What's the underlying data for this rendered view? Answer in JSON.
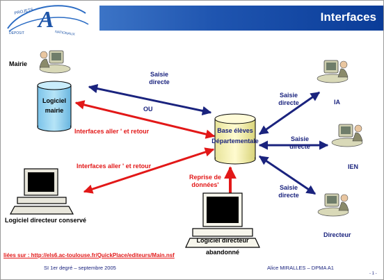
{
  "slide": {
    "title": "Interfaces",
    "logo_text": [
      "PROJETS",
      "DEPOSIT",
      "NATIONAUX"
    ],
    "logo_monogram": "A"
  },
  "nodes": {
    "mairie": "Mairie",
    "logiciel_mairie": [
      "Logiciel",
      "mairie"
    ],
    "base": [
      "Base élèves",
      "Départementale"
    ],
    "ia": "IA",
    "ien": "IEN",
    "directeur": "Directeur",
    "logiciel_conserve": "Logiciel directeur conservé",
    "logiciel_abandonne": [
      "Logiciel directeur",
      "abandonné"
    ]
  },
  "edges": {
    "saisie_directe": [
      "Saisie",
      "directe"
    ],
    "ou": "OU",
    "interfaces_1": "Interfaces aller ' et retour",
    "interfaces_2": "Interfaces aller ' et retour",
    "reprise": [
      "Reprise de",
      "données'"
    ]
  },
  "footer": {
    "link": "liées sur : http://els6.ac-toulouse.fr/QuickPlace/editeurs/Main.nsf",
    "left": "SI 1er degré – septembre 2005",
    "right": "Alice MIRALLES – DPMA A1",
    "page": "- 1 -"
  },
  "colors": {
    "navy": "#1a237e",
    "red": "#e21818",
    "banner": "#0a3c98",
    "db_fill": "#9fd8f2"
  }
}
